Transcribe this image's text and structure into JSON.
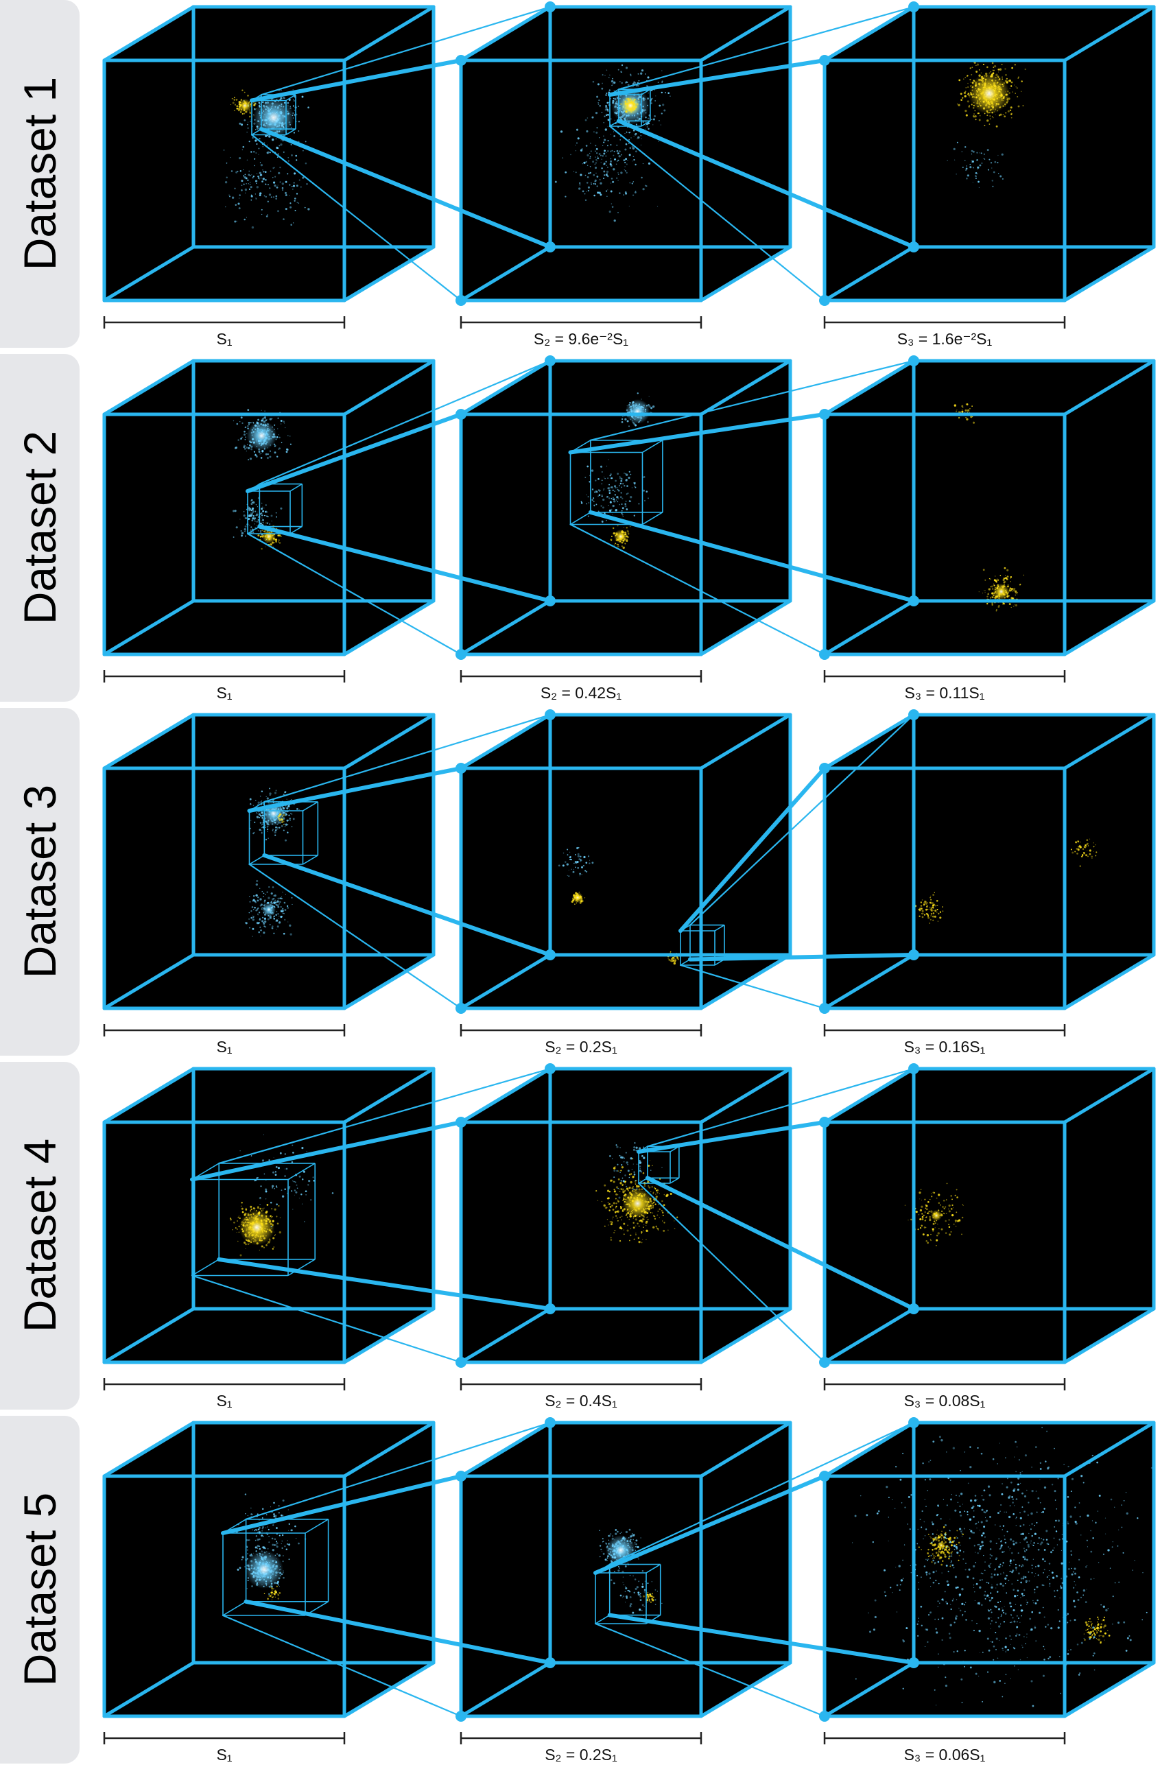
{
  "rows": [
    {
      "label": "Dataset 1",
      "scales": [
        "S₁",
        "S₂ = 9.6e⁻²S₁",
        "S₃ = 1.6e⁻²S₁"
      ]
    },
    {
      "label": "Dataset 2",
      "scales": [
        "S₁",
        "S₂ = 0.42S₁",
        "S₃ = 0.11S₁"
      ]
    },
    {
      "label": "Dataset 3",
      "scales": [
        "S₁",
        "S₂ = 0.2S₁",
        "S₃ = 0.16S₁"
      ]
    },
    {
      "label": "Dataset 4",
      "scales": [
        "S₁",
        "S₂ = 0.4S₁",
        "S₃ = 0.08S₁"
      ]
    },
    {
      "label": "Dataset 5",
      "scales": [
        "S₁",
        "S₂ = 0.2S₁",
        "S₃ = 0.06S₁"
      ]
    }
  ],
  "colors": {
    "cube_edge": "#2ab6ef",
    "cube_fill": "#000000",
    "particle_blue": "#6fd3ff",
    "particle_yellow": "#ffe21a",
    "tab_bg": "#e6e7ea"
  }
}
